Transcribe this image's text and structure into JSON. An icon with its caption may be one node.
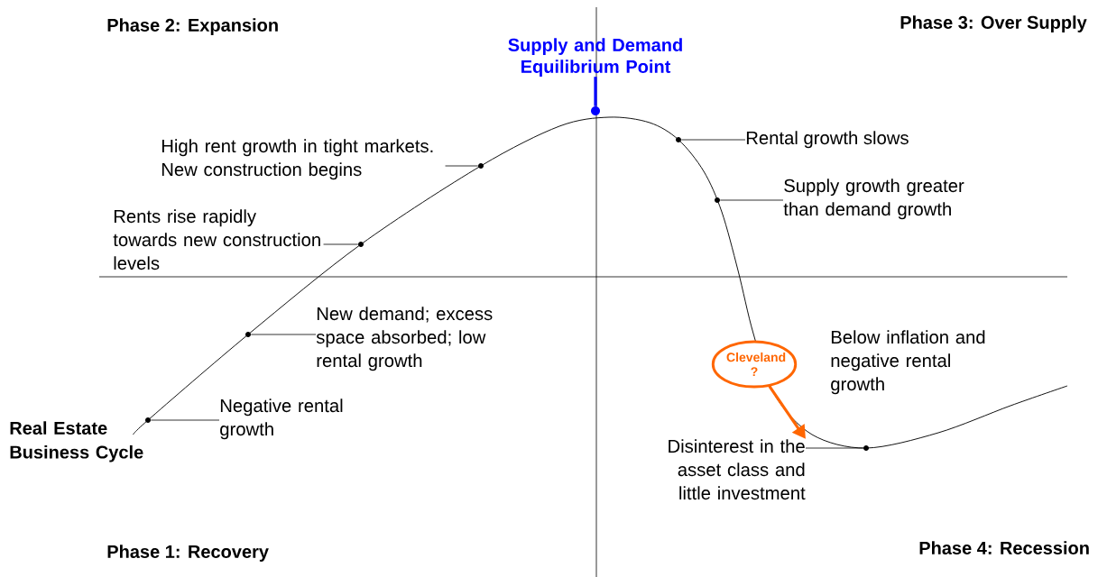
{
  "diagram": {
    "nodes": [
      {
        "text": [
          "Supply and Demand Equilibrium Point"
        ]
      },
      {
        "text": [],
        "shape": "circle"
      },
      {
        "text": [
          "High rent growth in tight markets. New construction begins"
        ]
      },
      {
        "text": [],
        "shape": "circle"
      },
      {
        "text": [
          "Rents rise rapidly towards new construction levels"
        ]
      },
      {
        "text": [],
        "shape": "circle"
      },
      {
        "text": [
          "New demand; excess space absorbed; low rental growth"
        ]
      },
      {
        "text": [],
        "shape": "circle"
      },
      {
        "text": [
          "Negative rental growth"
        ]
      },
      {
        "text": [],
        "shape": "circle"
      },
      {
        "text": [
          "Rental growth slows"
        ]
      },
      {
        "text": [],
        "shape": "circle"
      },
      {
        "text": [
          "Supply growth greater than demand growth"
        ]
      },
      {
        "text": [],
        "shape": "circle"
      },
      {
        "text": [
          "Cleveland ?"
        ]
      },
      {
        "text": [
          "Disinterest in the asset class and little investment"
        ]
      },
      {
        "text": [],
        "shape": "circle"
      }
    ],
    "edges": [
      {
        "from": 0,
        "to": 1,
        "arrow": "none",
        "style": "thick",
        "color": "#0000ff"
      },
      {
        "from": 2,
        "to": 3,
        "arrow": "none"
      },
      {
        "from": 4,
        "to": 5,
        "arrow": "none"
      },
      {
        "from": 6,
        "to": 7,
        "arrow": "none"
      },
      {
        "from": 8,
        "to": 9,
        "arrow": "none"
      },
      {
        "from": 10,
        "to": 11,
        "arrow": "none"
      },
      {
        "from": 12,
        "to": 13,
        "arrow": "none"
      },
      {
        "from": 15,
        "to": 16,
        "arrow": "none"
      },
      {
        "from": 14,
        "to": 15,
        "arrow": "to",
        "style": "thick",
        "color": "#ff6600"
      }
    ],
    "labels": [
      "Phase 2: Expansion",
      "Phase 3: Over Supply",
      "Below inflation and negative rental growth",
      "Real Estate Business Cycle",
      "Phase 1: Recovery",
      "Phase 4: Recession"
    ]
  }
}
